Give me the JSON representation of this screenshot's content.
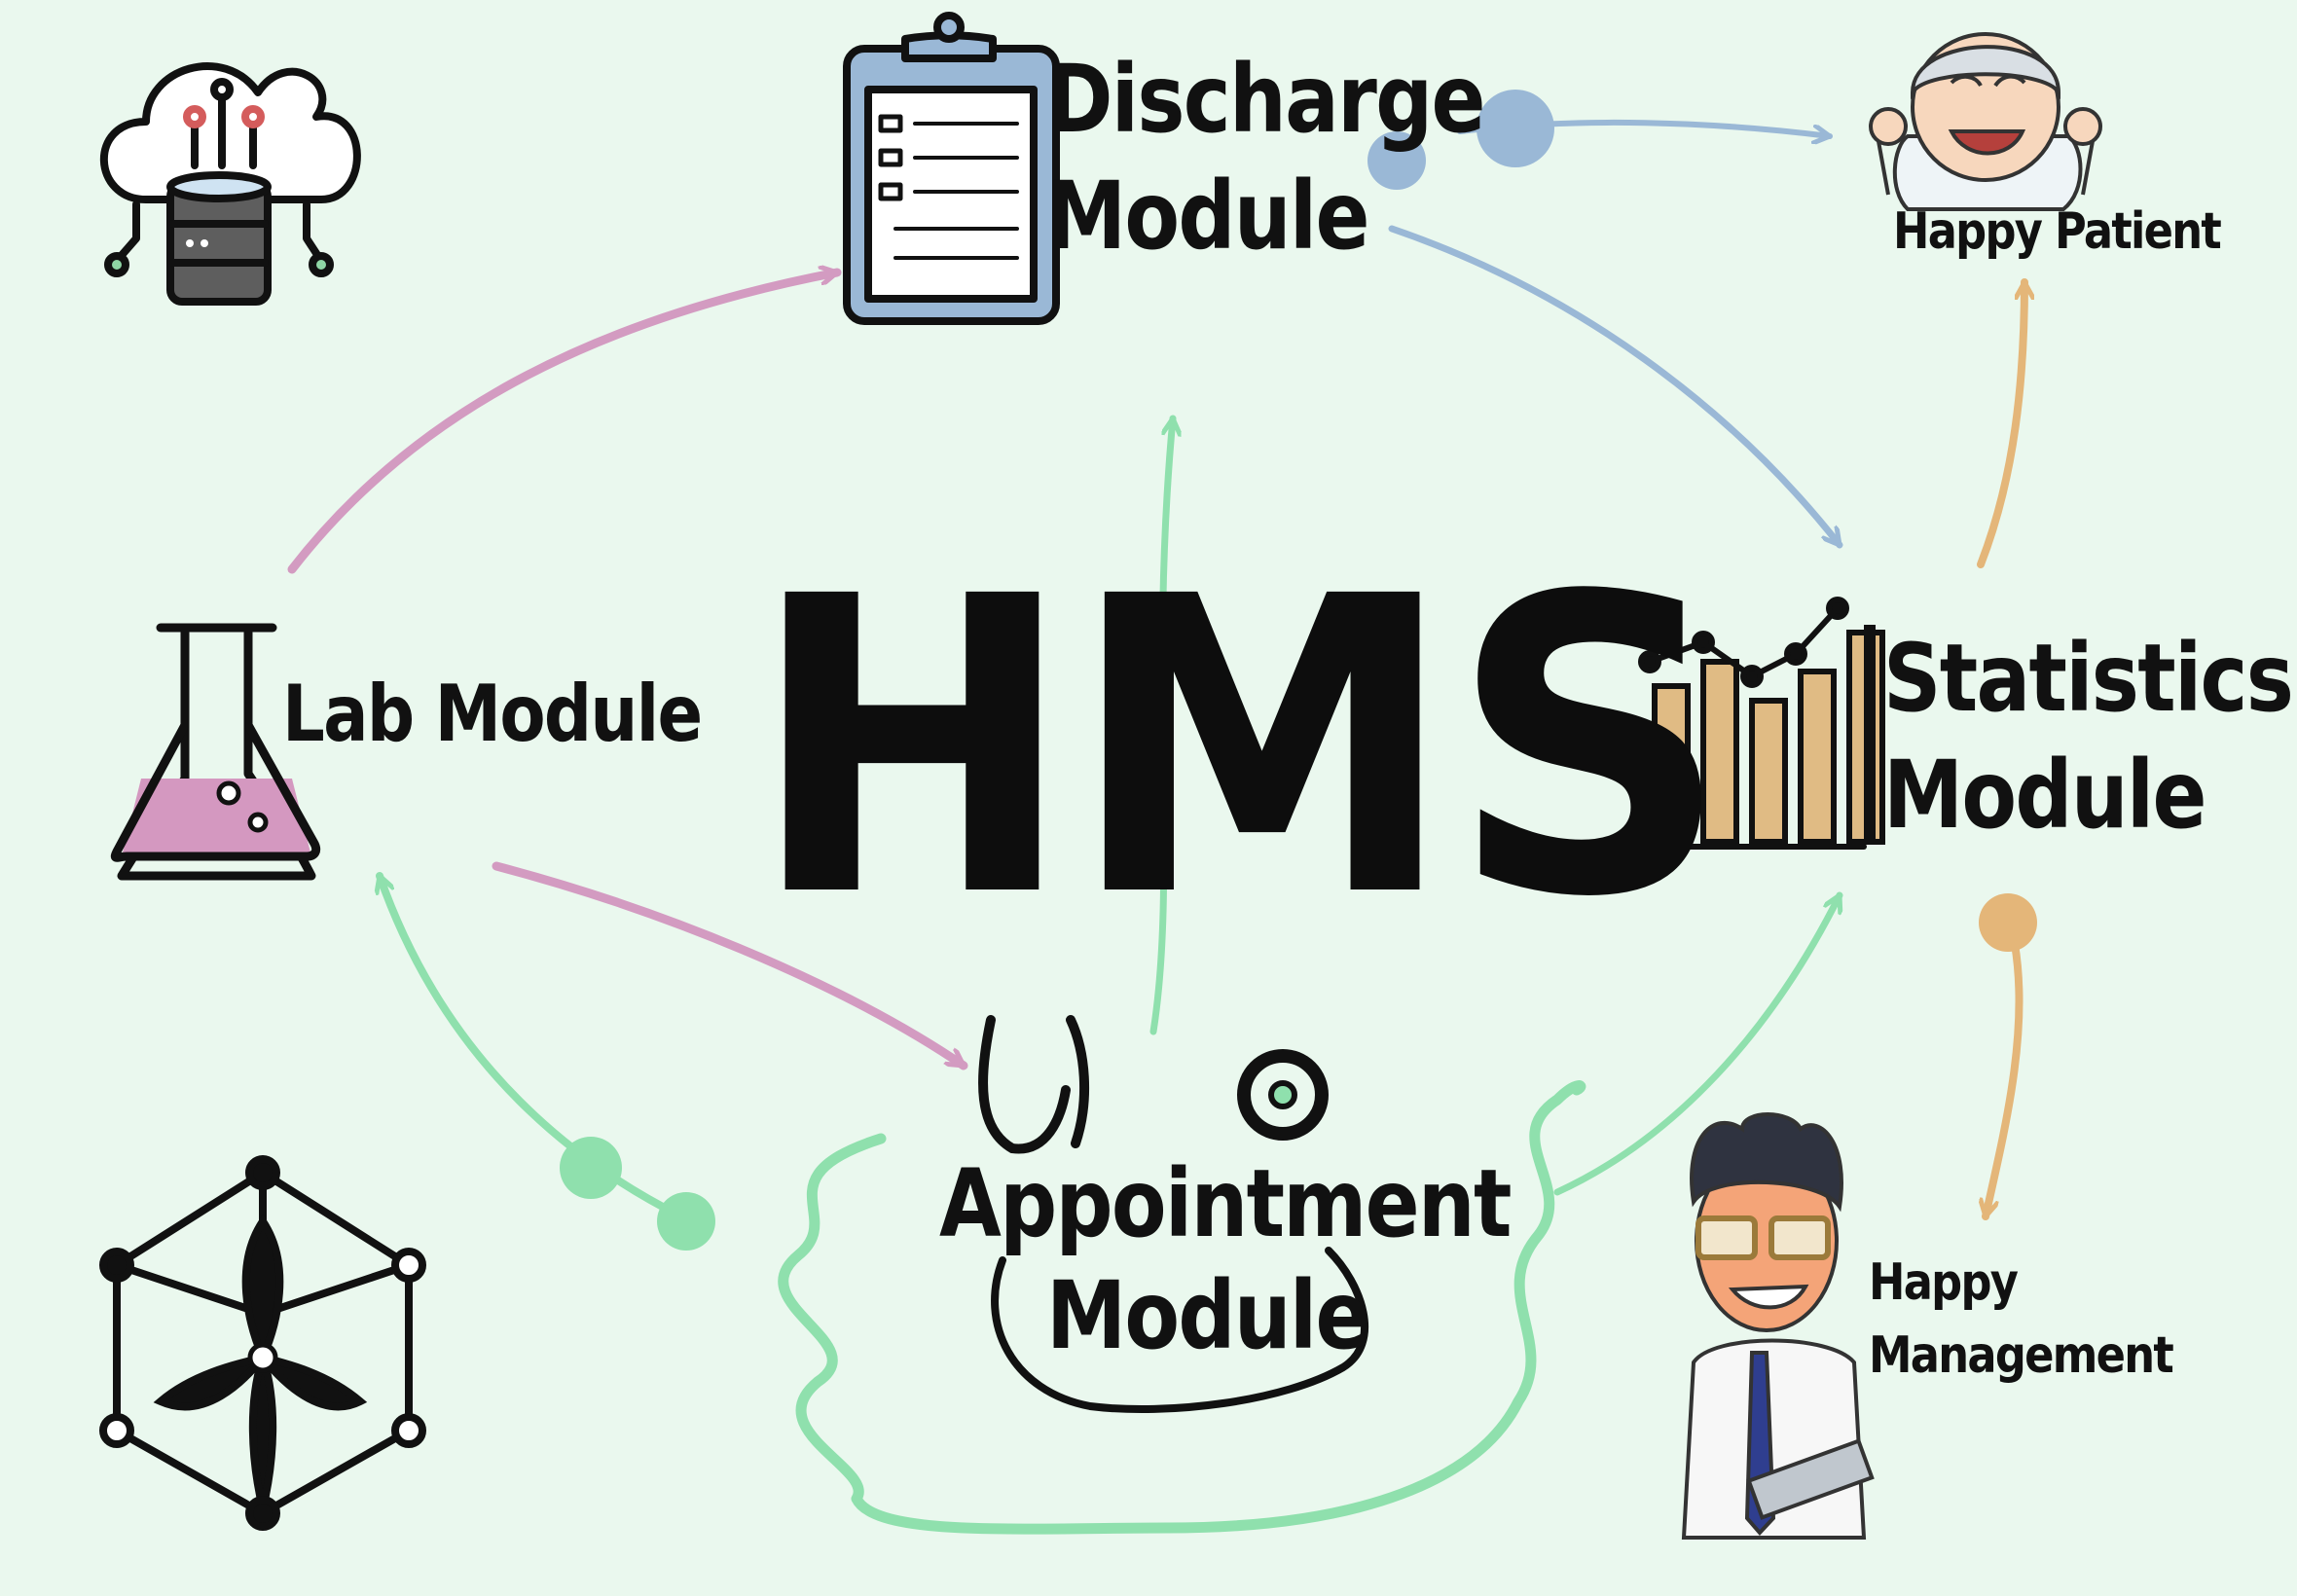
{
  "center": {
    "title": "HMS"
  },
  "modules": {
    "discharge": [
      "Discharge",
      "Module"
    ],
    "lab": "Lab Module",
    "statistics": [
      "Statistics",
      "Module"
    ],
    "appointment": [
      "Appointment",
      "Module"
    ]
  },
  "outcomes": {
    "patient": "Happy Patient",
    "management": [
      "Happy",
      "Management"
    ]
  },
  "icons": {
    "cloud_database": "cloud-database-icon",
    "clipboard": "clipboard-icon",
    "flask": "flask-icon",
    "bar_line_chart": "bar-chart-icon",
    "stethoscope": "stethoscope-icon",
    "network_cube": "network-cube-icon",
    "happy_patient": "elderly-patient-illustration",
    "happy_management": "doctor-illustration"
  },
  "colors": {
    "background": "#eaf8ee",
    "pink_arrow": "#d39bc1",
    "blue_arrow": "#9ab8d6",
    "green_arrow": "#8fe0ad",
    "orange_arrow": "#e4b679",
    "flask_liquid": "#d498c0",
    "bar_fill": "#e0bb84"
  }
}
